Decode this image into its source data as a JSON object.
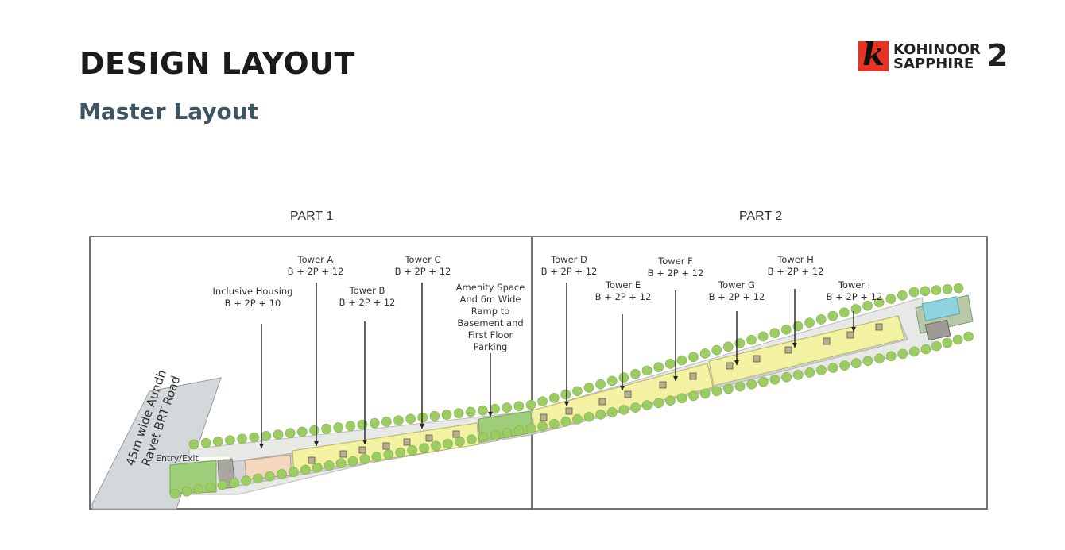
{
  "header": {
    "title": "DESIGN LAYOUT",
    "subtitle": "Master Layout"
  },
  "logo": {
    "mark": "k",
    "line1": "KOHINOOR",
    "line2": "SAPPHIRE",
    "number": "2",
    "brand_color": "#e63323"
  },
  "parts": [
    "PART 1",
    "PART 2"
  ],
  "road": {
    "line1": "45m wide Aundh",
    "line2": "Ravet BRT Road"
  },
  "entry_exit": "Entry/Exit",
  "labels": [
    {
      "id": "inclusive-housing",
      "lines": [
        "Inclusive Housing",
        "B + 2P + 10"
      ]
    },
    {
      "id": "tower-a",
      "lines": [
        "Tower A",
        "B + 2P + 12"
      ]
    },
    {
      "id": "tower-b",
      "lines": [
        "Tower B",
        "B + 2P + 12"
      ]
    },
    {
      "id": "tower-c",
      "lines": [
        "Tower  C",
        "B + 2P + 12"
      ]
    },
    {
      "id": "amenity-space",
      "lines": [
        "Amenity Space",
        "And 6m Wide",
        "Ramp to",
        "Basement and",
        "First Floor",
        "Parking"
      ]
    },
    {
      "id": "tower-d",
      "lines": [
        "Tower D",
        "B + 2P + 12"
      ]
    },
    {
      "id": "tower-e",
      "lines": [
        "Tower E",
        "B + 2P + 12"
      ]
    },
    {
      "id": "tower-f",
      "lines": [
        "Tower F",
        "B + 2P + 12"
      ]
    },
    {
      "id": "tower-g",
      "lines": [
        "Tower G",
        "B + 2P + 12"
      ]
    },
    {
      "id": "tower-h",
      "lines": [
        "Tower H",
        "B + 2P + 12"
      ]
    },
    {
      "id": "tower-i",
      "lines": [
        "Tower I",
        "B + 2P + 12"
      ]
    }
  ],
  "colors": {
    "tower_fill": "#f3f1a2",
    "inclusive_fill": "#f5d7bd",
    "amenity_fill": "#9fce7a",
    "tree": "#9ccc62",
    "road_surface": "#cfd4d6",
    "pool": "#8fd3df"
  }
}
